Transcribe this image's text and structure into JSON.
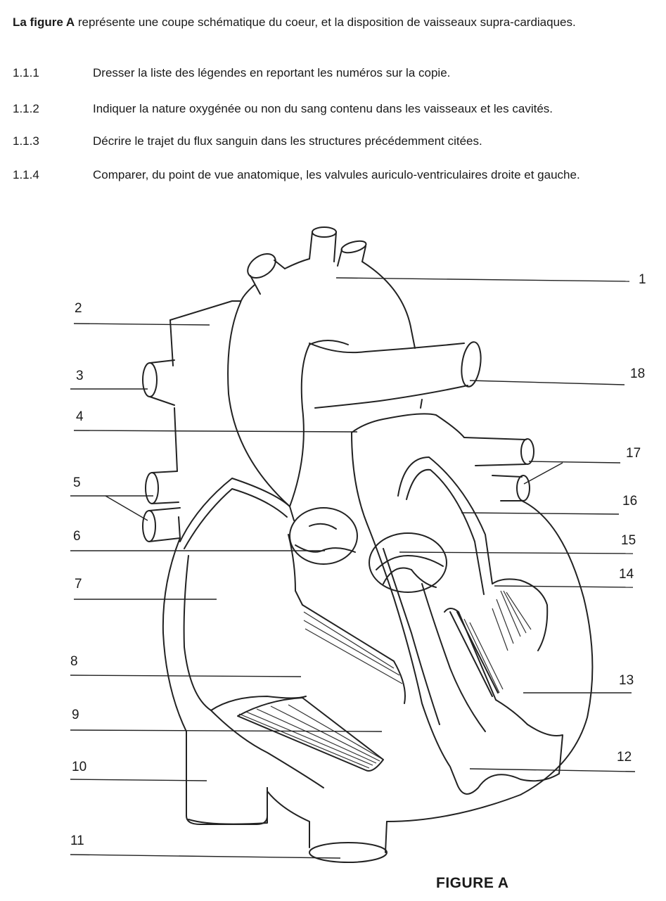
{
  "intro": {
    "lead": "La figure A",
    "rest": " représente une coupe schématique du coeur, et la disposition de vaisseaux supra-cardiaques."
  },
  "questions": [
    {
      "num": "1.1.1",
      "text": "Dresser la liste des légendes en reportant les numéros sur la copie."
    },
    {
      "num": "1.1.2",
      "text": "Indiquer la nature oxygénée ou non du sang contenu dans les vaisseaux et les cavités."
    },
    {
      "num": "1.1.3",
      "text": "Décrire le trajet du flux sanguin dans les structures précédemment citées."
    },
    {
      "num": "1.1.4",
      "text": "Comparer, du point de vue anatomique, les valvules auriculo-ventriculaires droite et gauche."
    }
  ],
  "figure": {
    "caption": "FIGURE A",
    "labels": {
      "l1": "1",
      "l2": "2",
      "l3": "3",
      "l4": "4",
      "l5": "5",
      "l6": "6",
      "l7": "7",
      "l8": "8",
      "l9": "9",
      "l10": "10",
      "l11": "11",
      "l12": "12",
      "l13": "13",
      "l14": "14",
      "l15": "15",
      "l16": "16",
      "l17": "17",
      "l18": "18"
    }
  }
}
